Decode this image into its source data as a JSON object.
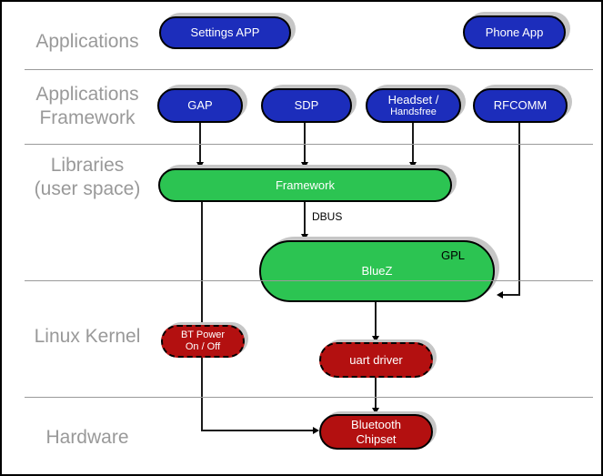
{
  "colors": {
    "app_blue": "#1c2dbb",
    "lib_green": "#2cc452",
    "kernel_red": "#b31010",
    "shadow_gray": "#c6c6c6",
    "label_gray": "#999999",
    "divider_gray": "#9a9a9a"
  },
  "layers": [
    {
      "id": "applications",
      "line1": "Applications",
      "line2": ""
    },
    {
      "id": "applications-framework",
      "line1": "Applications",
      "line2": "Framework"
    },
    {
      "id": "libraries-user-space",
      "line1": "Libraries",
      "line2": "(user space)"
    },
    {
      "id": "linux-kernel",
      "line1": "Linux Kernel",
      "line2": ""
    },
    {
      "id": "hardware",
      "line1": "Hardware",
      "line2": ""
    }
  ],
  "nodes": {
    "settings_app": {
      "label": "Settings APP"
    },
    "phone_app": {
      "label": "Phone App"
    },
    "gap": {
      "label": "GAP"
    },
    "sdp": {
      "label": "SDP"
    },
    "headset": {
      "line1": "Headset /",
      "line2": "Handsfree"
    },
    "rfcomm": {
      "label": "RFCOMM"
    },
    "framework": {
      "label": "Framework"
    },
    "bluez": {
      "label": "BlueZ",
      "badge": "GPL"
    },
    "bt_power": {
      "line1": "BT Power",
      "line2": "On / Off"
    },
    "uart_driver": {
      "label": "uart driver"
    },
    "bluetooth_chipset": {
      "line1": "Bluetooth",
      "line2": "Chipset"
    }
  },
  "edges": {
    "dbus_label": "DBUS"
  }
}
